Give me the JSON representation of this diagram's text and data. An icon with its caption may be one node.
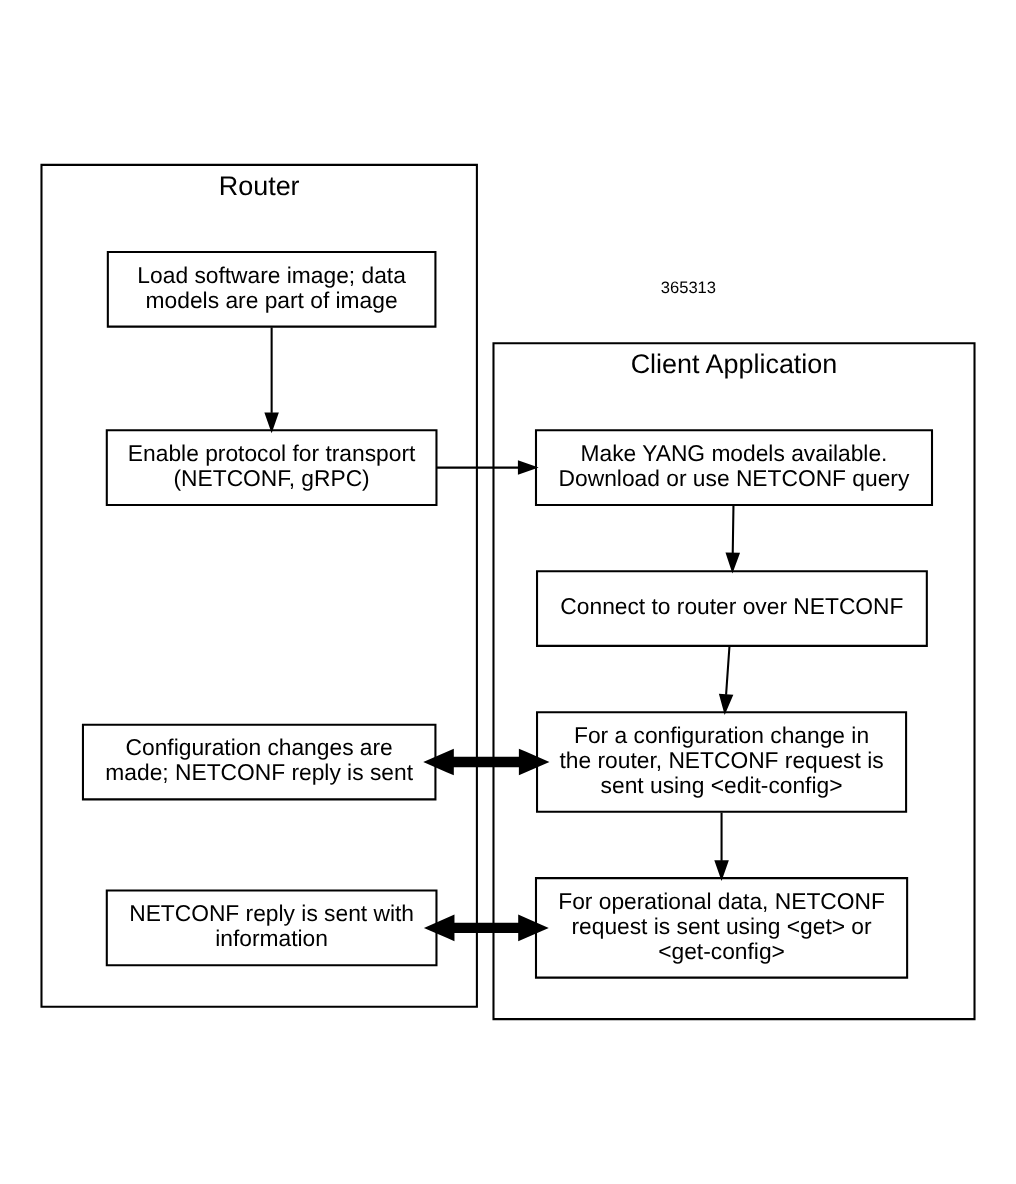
{
  "diagram": {
    "nodes": [
      {
        "text": [
          "Router"
        ]
      },
      {
        "text": [
          "Client Application"
        ]
      },
      {
        "text": [
          "Load software image; data models are part of image"
        ],
        "in": 0
      },
      {
        "text": [
          "Enable protocol for transport (NETCONF, gRPC)"
        ],
        "in": 0
      },
      {
        "text": [
          "Configuration changes are made; NETCONF reply is sent"
        ],
        "in": 0
      },
      {
        "text": [
          "NETCONF reply is sent with information"
        ],
        "in": 0
      },
      {
        "text": [
          "Make YANG models available. Download or use NETCONF query"
        ],
        "in": 1
      },
      {
        "text": [
          "Connect to router over NETCONF"
        ],
        "in": 1
      },
      {
        "text": [
          "For a configuration change in the router, NETCONF request is sent using <edit-config>"
        ],
        "in": 1
      },
      {
        "text": [
          "For operational data, NETCONF request is sent using <get> or <get-config>"
        ],
        "in": 1
      }
    ],
    "edges": [
      {
        "from": 2,
        "to": 3,
        "arrow": "to"
      },
      {
        "from": 3,
        "to": 6,
        "arrow": "to"
      },
      {
        "from": 6,
        "to": 7,
        "arrow": "to"
      },
      {
        "from": 7,
        "to": 8,
        "arrow": "to"
      },
      {
        "from": 8,
        "to": 9,
        "arrow": "to"
      },
      {
        "from": 4,
        "to": 8,
        "arrow": "both",
        "style": "thick"
      },
      {
        "from": 5,
        "to": 9,
        "arrow": "both",
        "style": "thick"
      }
    ],
    "labels": [
      "365313"
    ]
  }
}
